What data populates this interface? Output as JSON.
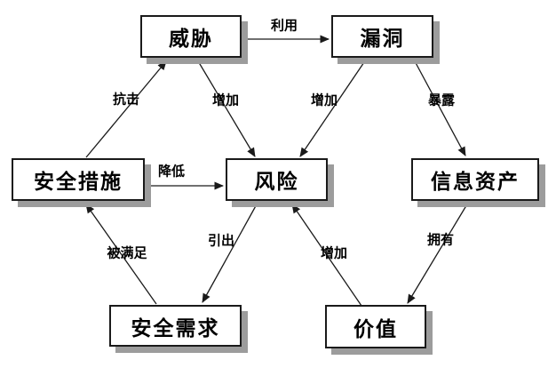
{
  "diagram": {
    "type": "relationship-diagram",
    "topic": "information security risk relationships",
    "colors": {
      "background": "#ffffff",
      "node_fill": "#ffffff",
      "node_border": "#1a1a1a",
      "node_shadow": "#9c9c9c",
      "arrow": "#1a1a1a",
      "text": "#000000"
    },
    "nodes": {
      "threat": {
        "label": "威胁"
      },
      "vulnerability": {
        "label": "漏洞"
      },
      "security_measures": {
        "label": "安全措施"
      },
      "risk": {
        "label": "风险"
      },
      "information_assets": {
        "label": "信息资产"
      },
      "security_requirements": {
        "label": "安全需求"
      },
      "value": {
        "label": "价值"
      }
    },
    "edges": {
      "threat_exploits_vulnerability": {
        "from": "威胁",
        "to": "漏洞",
        "label": "利用"
      },
      "measures_resist_threat": {
        "from": "安全措施",
        "to": "威胁",
        "label": "抗击"
      },
      "threat_increases_risk": {
        "from": "威胁",
        "to": "风险",
        "label": "增加"
      },
      "vulnerability_increases_risk": {
        "from": "漏洞",
        "to": "风险",
        "label": "增加"
      },
      "vulnerability_exposes_assets": {
        "from": "漏洞",
        "to": "信息资产",
        "label": "暴露"
      },
      "measures_reduce_risk": {
        "from": "安全措施",
        "to": "风险",
        "label": "降低"
      },
      "requirements_satisfied_by_measures": {
        "from": "安全需求",
        "to": "安全措施",
        "label": "被满足"
      },
      "risk_derives_requirements": {
        "from": "风险",
        "to": "安全需求",
        "label": "引出"
      },
      "value_increases_risk": {
        "from": "价值",
        "to": "风险",
        "label": "增加"
      },
      "assets_own_value": {
        "from": "信息资产",
        "to": "价值",
        "label": "拥有"
      }
    }
  }
}
